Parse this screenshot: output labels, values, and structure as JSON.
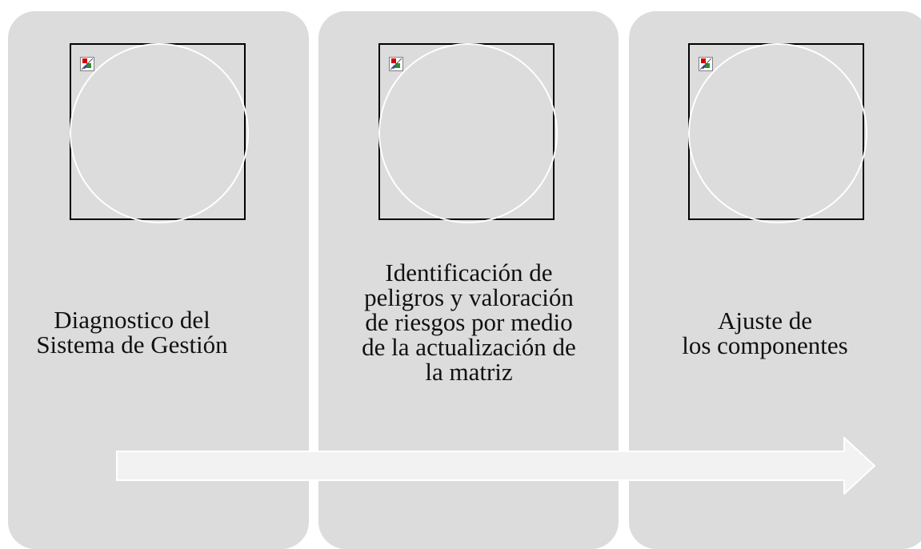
{
  "diagram": {
    "panels": [
      {
        "label_lines": [
          "Diagnostico del",
          "Sistema de Gestión"
        ],
        "image": "broken-image-icon"
      },
      {
        "label_lines": [
          "Identificación de",
          "peligros y valoración",
          "de riesgos por medio",
          "de la actualización de",
          "la matriz"
        ],
        "image": "broken-image-icon"
      },
      {
        "label_lines": [
          "Ajuste de",
          "los componentes"
        ],
        "image": "broken-image-icon"
      }
    ],
    "colors": {
      "panel": "#dcdcdc",
      "arrow_fill": "#f2f2f2",
      "frame": "#000000",
      "circle": "#ffffff"
    },
    "arrow_direction": "right"
  }
}
